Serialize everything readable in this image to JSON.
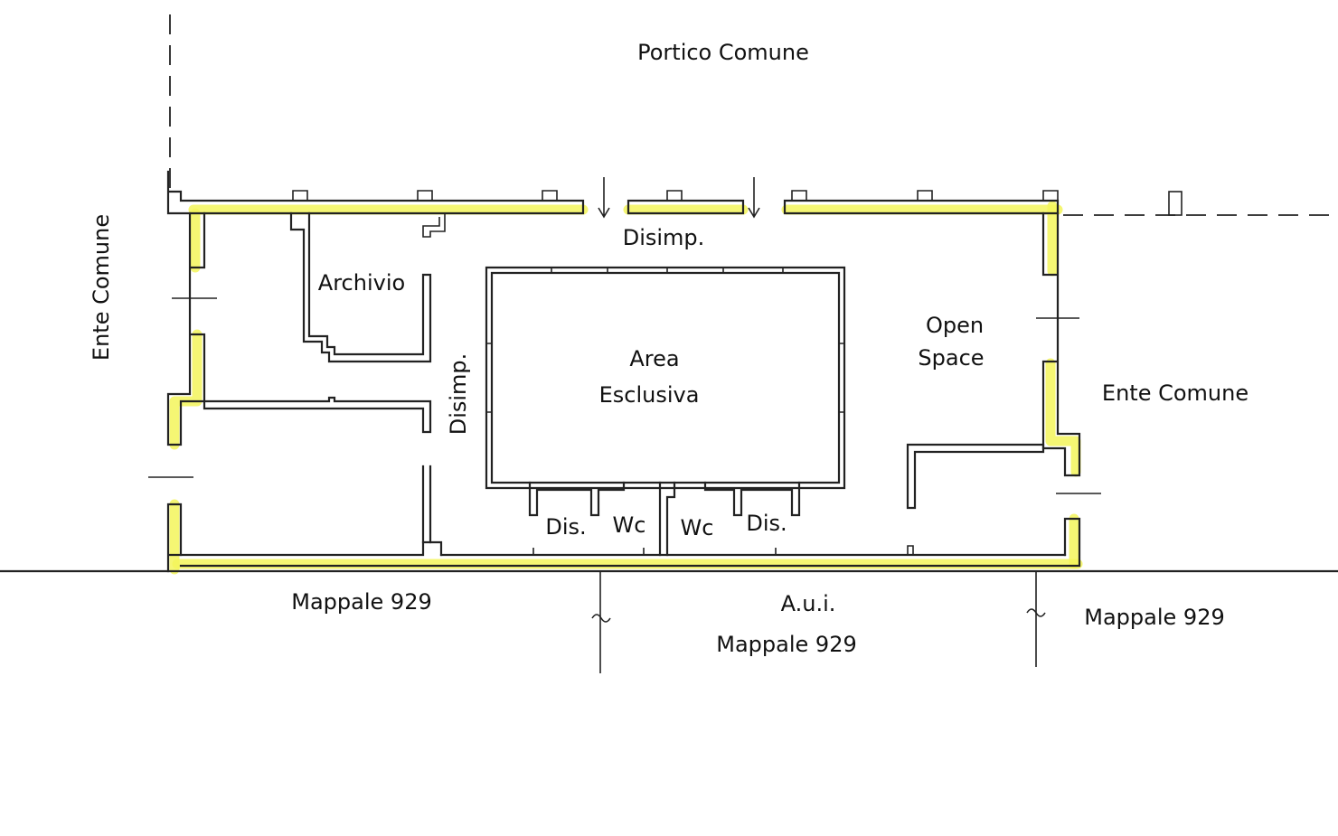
{
  "colors": {
    "highlight": "#f3f55a",
    "line": "#222222",
    "background": "#ffffff"
  },
  "labels": {
    "portico_comune": "Portico Comune",
    "ente_comune_left": "Ente Comune",
    "ente_comune_right": "Ente Comune",
    "disimp_top": "Disimp.",
    "disimp_vertical": "Disimp.",
    "archivio": "Archivio",
    "area": "Area",
    "esclusiva": "Esclusiva",
    "open": "Open",
    "space": "Space",
    "dis_left": "Dis.",
    "wc_left": "Wc",
    "wc_right": "Wc",
    "dis_right": "Dis.",
    "mappale_left": "Mappale 929",
    "aui": "A.u.i.",
    "mappale_center": "Mappale 929",
    "mappale_right": "Mappale 929"
  }
}
